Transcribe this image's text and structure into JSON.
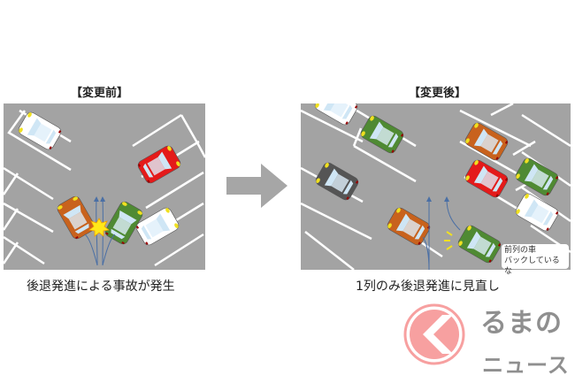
{
  "before": {
    "title": "【変更前】",
    "caption": "後退発進による事故が発生"
  },
  "after": {
    "title": "【変更後】",
    "caption": "1列のみ後退発進に見直し",
    "bubble_line1": "前列の車",
    "bubble_line2": "バックしているな"
  },
  "logo": {
    "line1": "るまの",
    "line2": "ニュース"
  },
  "colors": {
    "asphalt": "#a3a3a3",
    "arrow": "#a6a6a6",
    "logo_red": "#f7a0a0",
    "logo_gray": "#8f8f8f"
  }
}
